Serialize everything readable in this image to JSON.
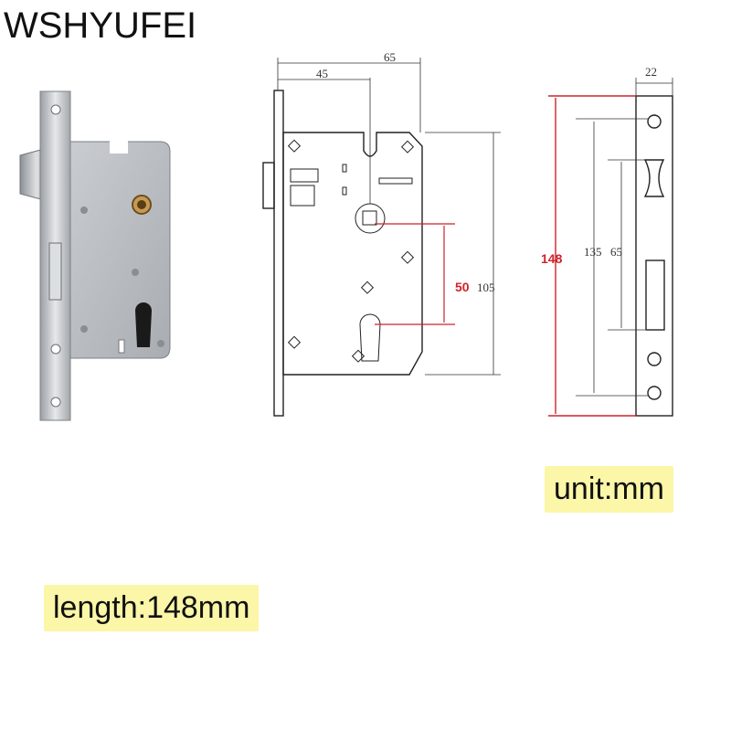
{
  "brand": "WSHYUFEI",
  "dimensions": {
    "lock_body_width": "65",
    "backset": "45",
    "spindle_to_cylinder": "50",
    "body_height": "105",
    "faceplate_width": "22",
    "faceplate_length": "148",
    "screw_hole_spacing": "135",
    "strike_window": "65"
  },
  "labels": {
    "unit": "unit:mm",
    "length": "length:148mm"
  },
  "colors": {
    "highlight": "#fbf6a8",
    "dimension_red": "#d0222a"
  }
}
